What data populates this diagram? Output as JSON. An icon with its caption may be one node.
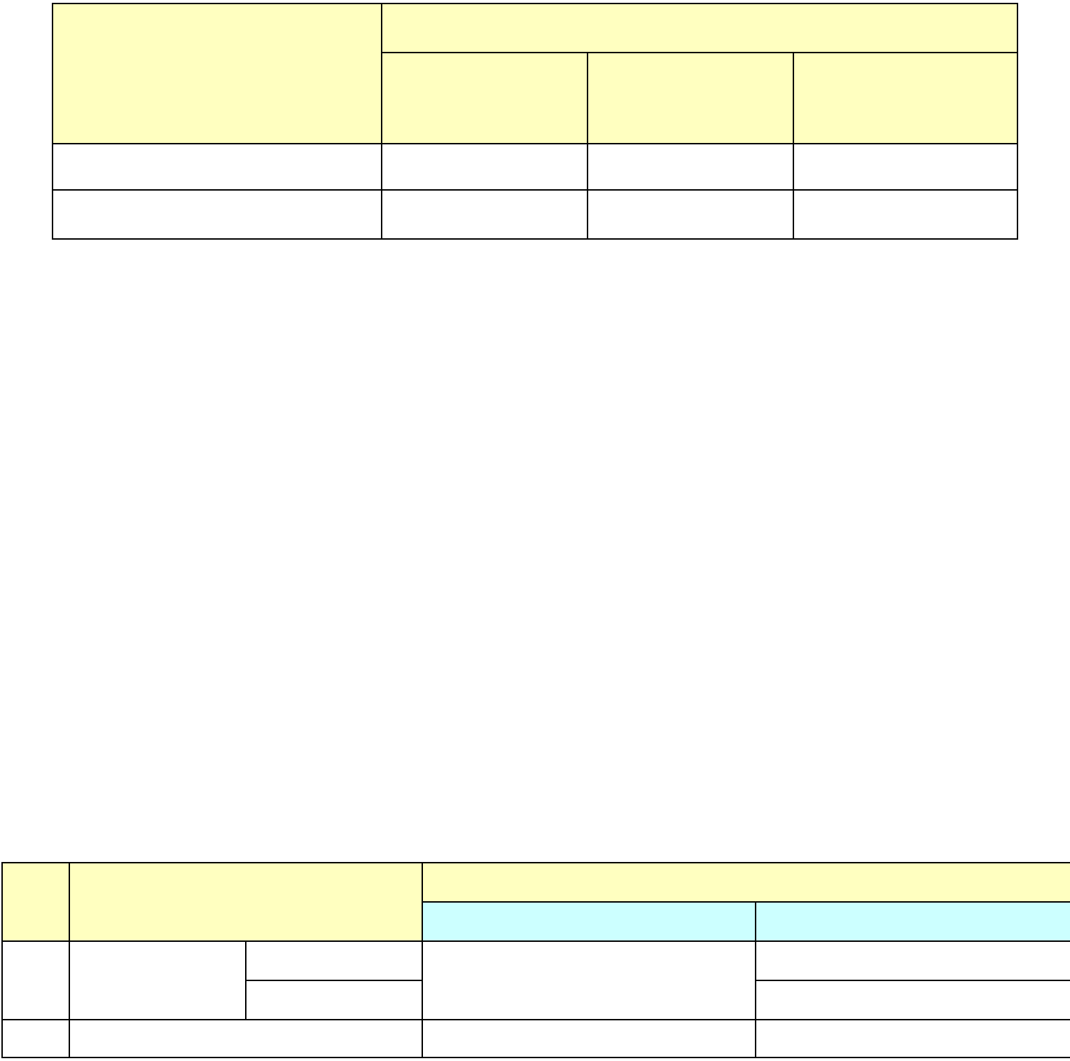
{
  "diagram": {
    "nodes": [
      {
        "text": [],
        "shape": "box"
      },
      {
        "text": [],
        "shape": "box",
        "in": 0
      },
      {
        "text": [],
        "shape": "box",
        "in": 0
      },
      {
        "text": [],
        "shape": "box",
        "in": 0
      },
      {
        "text": [],
        "shape": "box",
        "in": 0
      },
      {
        "text": [],
        "shape": "box",
        "in": 0
      },
      {
        "text": [],
        "shape": "box",
        "in": 0
      },
      {
        "text": [],
        "shape": "box",
        "in": 0
      },
      {
        "text": [],
        "shape": "box",
        "in": 0
      },
      {
        "text": [],
        "shape": "box",
        "in": 0
      },
      {
        "text": [],
        "shape": "box",
        "in": 0
      },
      {
        "text": [],
        "shape": "box",
        "in": 0
      },
      {
        "text": [],
        "shape": "box",
        "in": 0
      },
      {
        "text": [],
        "shape": "box",
        "in": 0
      },
      {
        "text": [],
        "shape": "box"
      },
      {
        "text": [],
        "shape": "box",
        "in": 14
      },
      {
        "text": [],
        "shape": "box",
        "in": 14
      },
      {
        "text": [],
        "shape": "box",
        "in": 14
      },
      {
        "text": [],
        "shape": "box",
        "in": 14
      },
      {
        "text": [],
        "shape": "box",
        "in": 14
      },
      {
        "text": [],
        "shape": "box",
        "in": 14
      },
      {
        "text": [],
        "shape": "box",
        "in": 14
      },
      {
        "text": [],
        "shape": "box",
        "in": 14
      },
      {
        "text": [],
        "shape": "box",
        "in": 14
      },
      {
        "text": [],
        "shape": "box",
        "in": 14
      },
      {
        "text": [],
        "shape": "box",
        "in": 14
      },
      {
        "text": [],
        "shape": "box",
        "in": 14
      },
      {
        "text": [],
        "shape": "box",
        "in": 14
      },
      {
        "text": [],
        "shape": "box",
        "in": 14
      },
      {
        "text": [],
        "shape": "box",
        "in": 14
      },
      {
        "text": [],
        "shape": "box",
        "in": 14
      }
    ]
  }
}
